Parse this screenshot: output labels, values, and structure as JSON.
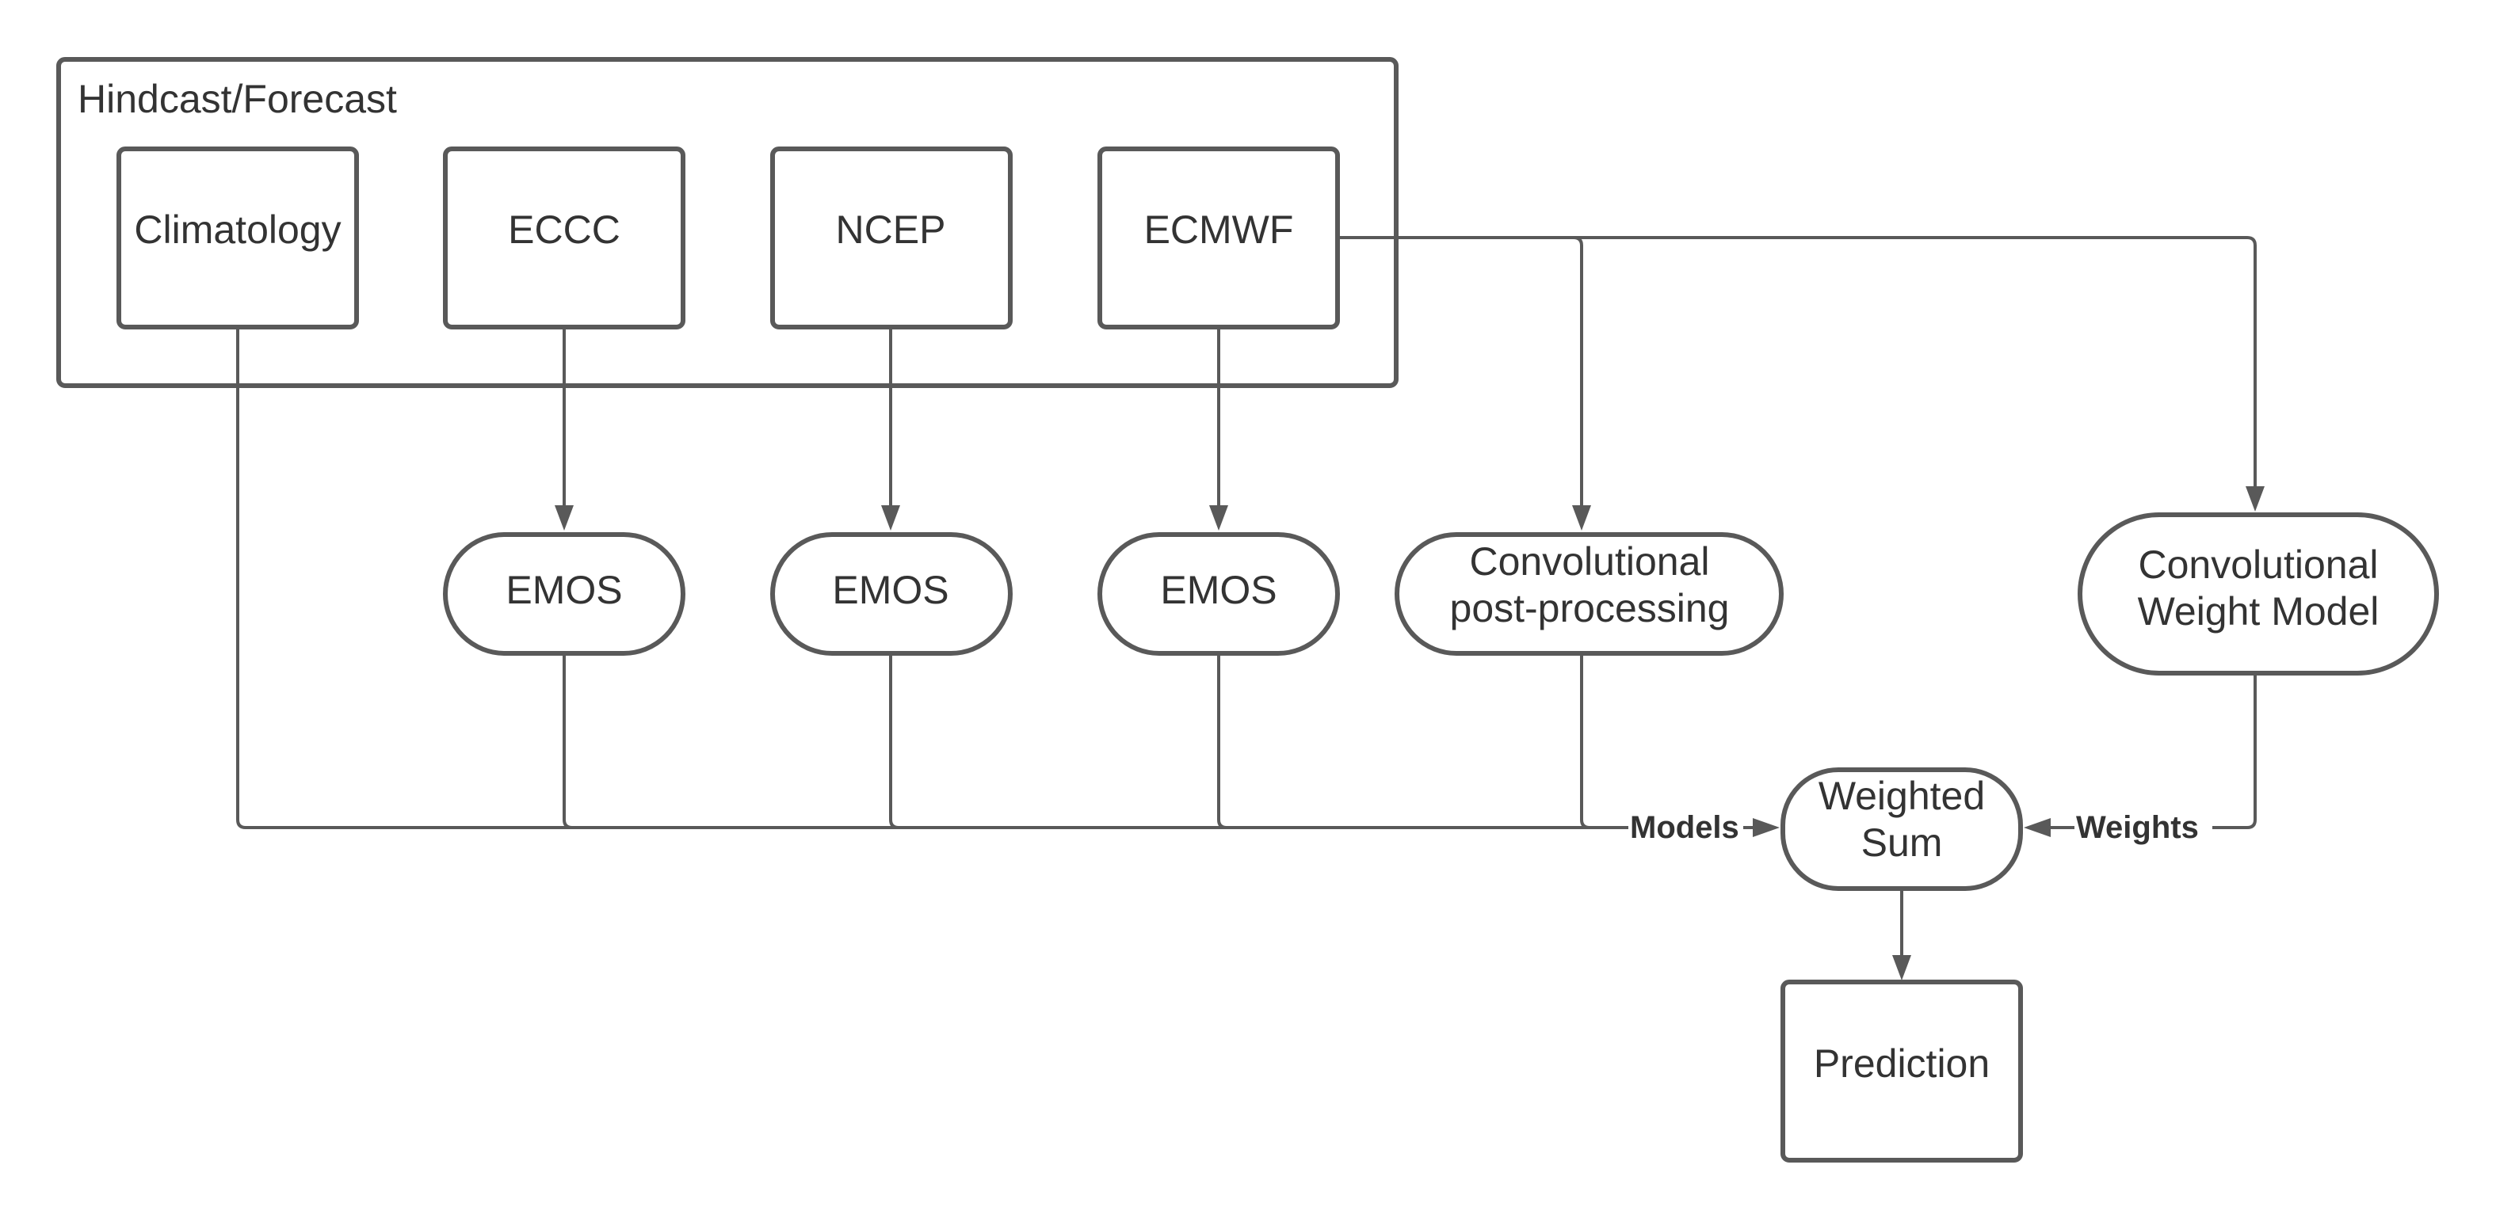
{
  "group": {
    "label": "Hindcast/Forecast"
  },
  "sources": {
    "climatology": "Climatology",
    "eccc": "ECCC",
    "ncep": "NCEP",
    "ecmwf": "ECMWF"
  },
  "postprocessors": {
    "emos_eccc": "EMOS",
    "emos_ncep": "EMOS",
    "emos_ecmwf": "EMOS",
    "conv_pp": [
      "Convolutional",
      "post-processing"
    ],
    "conv_wm": [
      "Convolutional",
      "Weight Model"
    ]
  },
  "combiner": {
    "label": [
      "Weighted",
      "Sum"
    ]
  },
  "output": {
    "label": "Prediction"
  },
  "edge_labels": {
    "models": "Models",
    "weights": "Weights"
  },
  "colors": {
    "stroke": "#595959",
    "text": "#333333",
    "background": "#ffffff"
  }
}
